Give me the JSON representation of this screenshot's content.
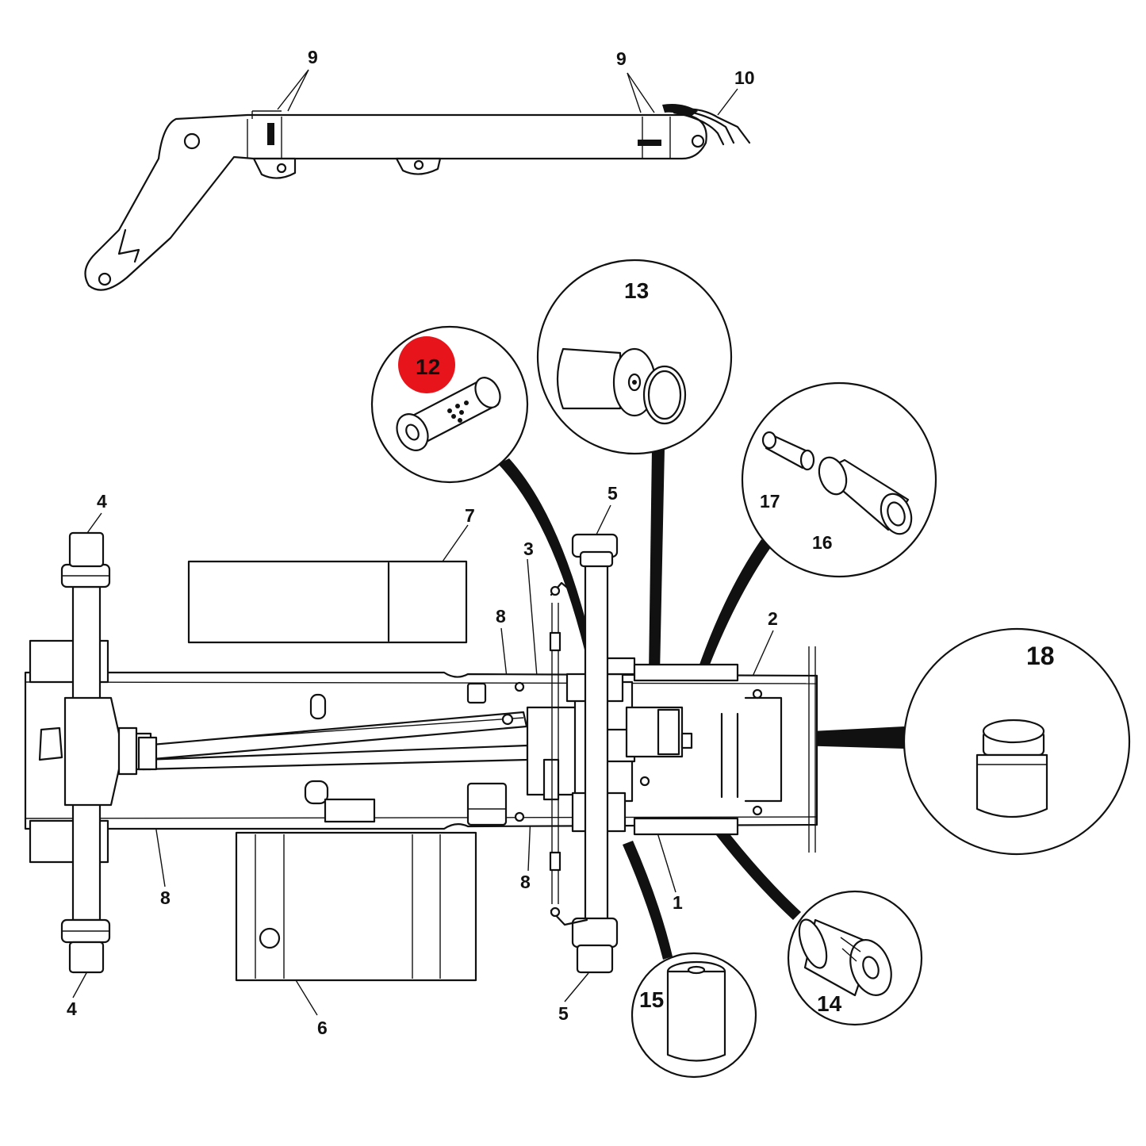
{
  "accent_color": "#e8141b",
  "highlighted_label": "12",
  "labels": {
    "l1": "1",
    "l2": "2",
    "l3": "3",
    "l4_top": "4",
    "l4_bottom": "4",
    "l5_top": "5",
    "l5_bottom": "5",
    "l6": "6",
    "l7": "7",
    "l8_left": "8",
    "l8_center_top": "8",
    "l8_center_bottom": "8",
    "l9_left": "9",
    "l9_right": "9",
    "l10": "10",
    "l12": "12",
    "l13": "13",
    "l14": "14",
    "l15": "15",
    "l16": "16",
    "l17": "17",
    "l18": "18"
  }
}
